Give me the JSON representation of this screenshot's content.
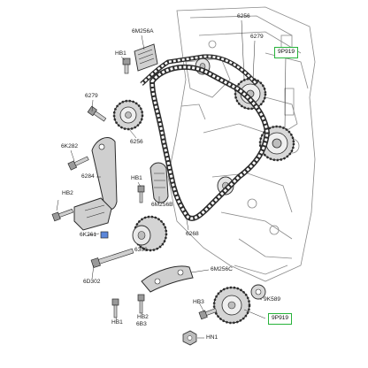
{
  "colors": {
    "line": "#2b2b2b",
    "engine_line": "#8a8a8a",
    "shade": "#bdbdbd",
    "highlight_box": "#27b33a"
  },
  "labels": {
    "c6M256A": "6M256A",
    "c6256_top": "6256",
    "c6279_top": "6279",
    "c9P919_top": "9P919",
    "cHB1_top": "HB1",
    "c6279_left": "6279",
    "c6K282": "6K282",
    "c6256_mid": "6256",
    "c6284": "6284",
    "cHB1_mid": "HB1",
    "cHB2_left": "HB2",
    "c6M256B": "6M256B",
    "c6K261": "6K261",
    "c6268": "6268",
    "c6306": "6306",
    "c6D302": "6D302",
    "c6M256C": "6M256C",
    "cHB2_bottom": "HB2",
    "c9K589": "9K589",
    "cHB3": "HB3",
    "c9P919_bottom": "9P919",
    "cHB1_bl": "HB1",
    "c6B3": "6B3",
    "cHN1": "HN1"
  }
}
